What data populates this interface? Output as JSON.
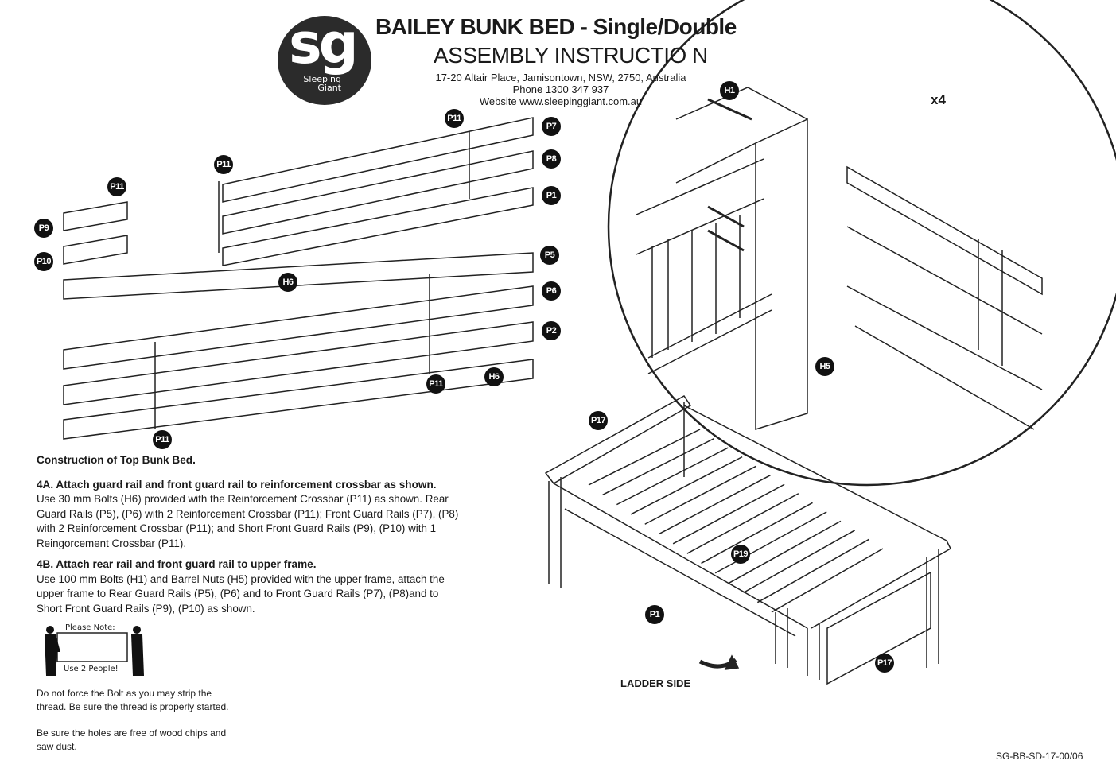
{
  "header": {
    "logo_mark": "sg",
    "logo_sub": "Sleeping Giant",
    "title": "BAILEY BUNK BED - Single/Double",
    "subtitle": "ASSEMBLY INSTRUCTIO N",
    "address": "17-20 Altair Place, Jamisontown, NSW, 2750, Australia",
    "phone": "Phone 1300 347 937",
    "website": "Website www.sleepinggiant.com.au"
  },
  "callouts": [
    "P11",
    "P7",
    "P11",
    "P8",
    "P11",
    "P1",
    "P9",
    "P10",
    "P5",
    "H6",
    "P6",
    "P2",
    "H6",
    "P11",
    "P11",
    "H1",
    "H5",
    "P17",
    "P19",
    "P1",
    "P17"
  ],
  "detail_multiplier": "x4",
  "ladder_side": "LADDER SIDE",
  "instructions": {
    "heading": "Construction of Top Bunk Bed.",
    "step_a_title": "4A. Attach guard rail and front guard rail to reinforcement crossbar as shown.",
    "step_a_body": "Use 30 mm Bolts (H6) provided with the Reinforcement Crossbar (P11) as shown. Rear Guard Rails (P5), (P6) with 2 Reinforcement Crossbar (P11); Front Guard Rails (P7), (P8) with 2 Reinforcement Crossbar (P11); and Short Front Guard Rails (P9), (P10) with 1 Reingorcement Crossbar (P11).",
    "step_b_title": "4B. Attach rear rail and front guard rail to upper frame.",
    "step_b_body": "Use 100 mm Bolts (H1) and Barrel Nuts (H5) provided with the upper frame, attach the upper frame to Rear Guard Rails (P5), (P6) and to Front Guard Rails (P7), (P8)and to Short Front Guard Rails (P9), (P10) as shown."
  },
  "note": {
    "title": "Please Note:",
    "text": "Use 2 People!"
  },
  "tips": [
    "Do not force the Bolt as you may strip the thread. Be sure the thread is properly started.",
    "Be sure the holes are free of wood chips and saw dust."
  ],
  "doc_code": "SG-BB-SD-17-00/06"
}
